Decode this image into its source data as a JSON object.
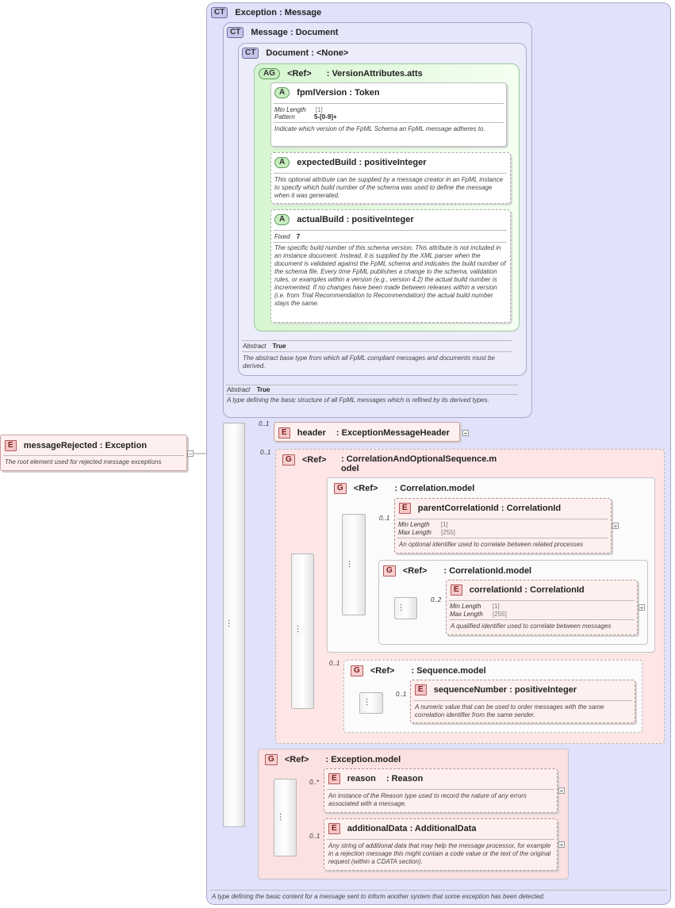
{
  "root_element": {
    "tag": "E",
    "name": "messageRejected",
    "type": "Exception",
    "doc": "The root element used for rejected message exceptions",
    "collapse": "−"
  },
  "complex_types": {
    "exception": {
      "tag": "CT",
      "name": "Exception",
      "type": "Message",
      "doc": "A type defining the basic content for a message sent to inform another system that some exception has been detected."
    },
    "message": {
      "tag": "CT",
      "name": "Message",
      "type": "Document",
      "abstract_label": "Abstract",
      "abstract_value": "True",
      "doc": "A type defining the basic structure of all FpML messages which is refined by its derived types."
    },
    "document": {
      "tag": "CT",
      "name": "Document",
      "type": "<None>",
      "abstract_label": "Abstract",
      "abstract_value": "True",
      "doc": "The abstract base type from which all FpML compliant messages and documents must be derived."
    }
  },
  "attribute_group": {
    "tag": "AG",
    "ref": "<Ref>",
    "name": "VersionAttributes.atts",
    "attributes": [
      {
        "tag": "A",
        "name": "fpmlVersion",
        "type": "Token",
        "facets": [
          {
            "label": "Min Length",
            "value": "[1]"
          },
          {
            "label": "Pattern",
            "value": "5-[0-9]+"
          }
        ],
        "doc": "Indicate which version of the FpML Schema an FpML message adheres to."
      },
      {
        "tag": "A",
        "name": "expectedBuild",
        "type": "positiveInteger",
        "doc": "This optional attribute can be supplied by a message creator in an FpML instance to specify which build number of the schema was used to define the message when it was generated."
      },
      {
        "tag": "A",
        "name": "actualBuild",
        "type": "positiveInteger",
        "facets": [
          {
            "label": "Fixed",
            "value": "7"
          }
        ],
        "doc": "The specific build number of this schema version. This attribute is not included in an instance document. Instead, it is supplied by the XML parser when the document is validated against the FpML schema and indicates the build number of the schema file. Every time FpML publishes a change to the schema, validation rules, or examples within a version (e.g., version 4.2) the actual build number is incremented. If no changes have been made between releases within a version (i.e. from Trial Recommendation to Recommendation) the actual build number stays the same."
      }
    ]
  },
  "header": {
    "tag": "E",
    "name": "header",
    "type": "ExceptionMessageHeader",
    "mult": "0..1",
    "expand": "+"
  },
  "corr_seq_group": {
    "tag": "G",
    "ref": "<Ref>",
    "name": "CorrelationAndOptionalSequence.m odel",
    "mult": "0..1",
    "correlation_model": {
      "tag": "G",
      "ref": "<Ref>",
      "name": "Correlation.model"
    },
    "parent_correlation": {
      "tag": "E",
      "name": "parentCorrelationId",
      "type": "CorrelationId",
      "mult": "0..1",
      "facets": [
        {
          "label": "Min Length",
          "value": "[1]"
        },
        {
          "label": "Max Length",
          "value": "[255]"
        }
      ],
      "doc": "An optional identifier used to correlate between related processes",
      "expand": "+"
    },
    "correlation_id_model": {
      "tag": "G",
      "ref": "<Ref>",
      "name": "CorrelationId.model"
    },
    "correlation_id": {
      "tag": "E",
      "name": "correlationId",
      "type": "CorrelationId",
      "mult": "0..2",
      "facets": [
        {
          "label": "Min Length",
          "value": "[1]"
        },
        {
          "label": "Max Length",
          "value": "[255]"
        }
      ],
      "doc": "A qualified identifier used to correlate between messages",
      "expand": "+"
    },
    "sequence_model": {
      "tag": "G",
      "ref": "<Ref>",
      "name": "Sequence.model",
      "mult": "0..1"
    },
    "sequence_number": {
      "tag": "E",
      "name": "sequenceNumber",
      "type": "positiveInteger",
      "mult": "0..1",
      "doc": "A numeric value that can be used to order messages with the same correlation identifier from the same sender."
    }
  },
  "exception_model": {
    "tag": "G",
    "ref": "<Ref>",
    "name": "Exception.model",
    "reason": {
      "tag": "E",
      "name": "reason",
      "type": "Reason",
      "mult": "0..*",
      "doc": "An instance of the Reason type used to record the nature of any errors associated with a message.",
      "expand": "+"
    },
    "additional_data": {
      "tag": "E",
      "name": "additionalData",
      "type": "AdditionalData",
      "mult": "0..1",
      "doc": "Any string of additional data that may help the message processor, for example in a rejection message this might contain a code value or the text of the original request (within a CDATA section).",
      "expand": "+"
    }
  },
  "sequence_icon": "sequence-compositor-icon"
}
